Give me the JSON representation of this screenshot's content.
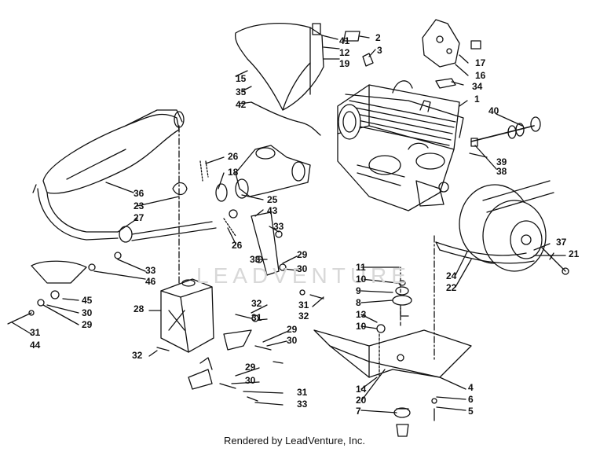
{
  "diagram": {
    "callouts": [
      "1",
      "2",
      "3",
      "4",
      "5",
      "6",
      "7",
      "8",
      "9",
      "10",
      "11",
      "12",
      "13",
      "14",
      "15",
      "16",
      "17",
      "18",
      "19",
      "20",
      "21",
      "22",
      "23",
      "24",
      "25",
      "26",
      "27",
      "28",
      "29",
      "30",
      "31",
      "32",
      "33",
      "34",
      "35",
      "36",
      "37",
      "38",
      "39",
      "40",
      "41",
      "42",
      "43",
      "44",
      "45",
      "46"
    ],
    "watermark": "LEADVENTURE"
  },
  "footer": {
    "credit": "Rendered by LeadVenture, Inc."
  }
}
